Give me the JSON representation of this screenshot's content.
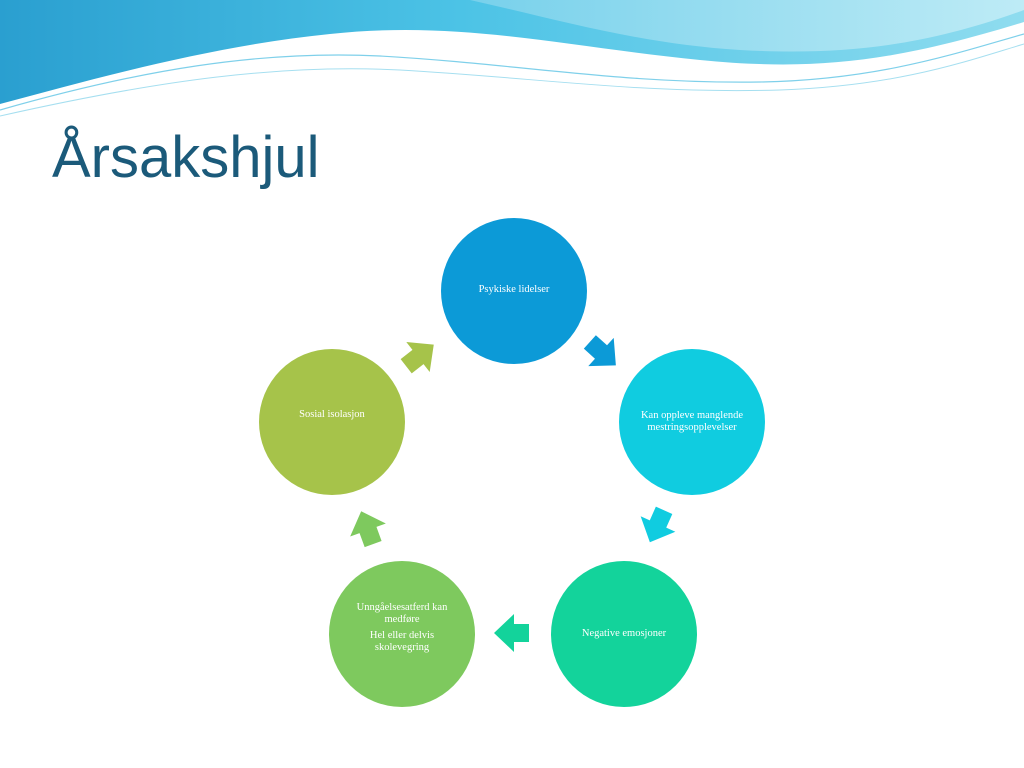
{
  "slide": {
    "title": "Årsakshjul"
  },
  "cycle": {
    "nodes": [
      {
        "label": "Psykiske lidelser",
        "color": "#0c9ad7"
      },
      {
        "label": "Kan oppleve manglende mestringsopplevelser",
        "color": "#10cce0"
      },
      {
        "label": "Negative emosjoner",
        "color": "#13d39b"
      },
      {
        "label": "Unngåelsesatferd kan medføre",
        "label2": "Hel eller delvis skolevegring",
        "color": "#7ec95e"
      },
      {
        "label": "Sosial isolasjon",
        "color": "#a6c34a"
      }
    ],
    "arrow_colors": [
      "#0c9ad7",
      "#10cce0",
      "#13d39b",
      "#7ec95e",
      "#a6c34a"
    ]
  },
  "theme": {
    "title_color": "#1b5a7a",
    "wave_colors": [
      "#2fa9d6",
      "#5fcbea",
      "#a8e4f2"
    ]
  }
}
